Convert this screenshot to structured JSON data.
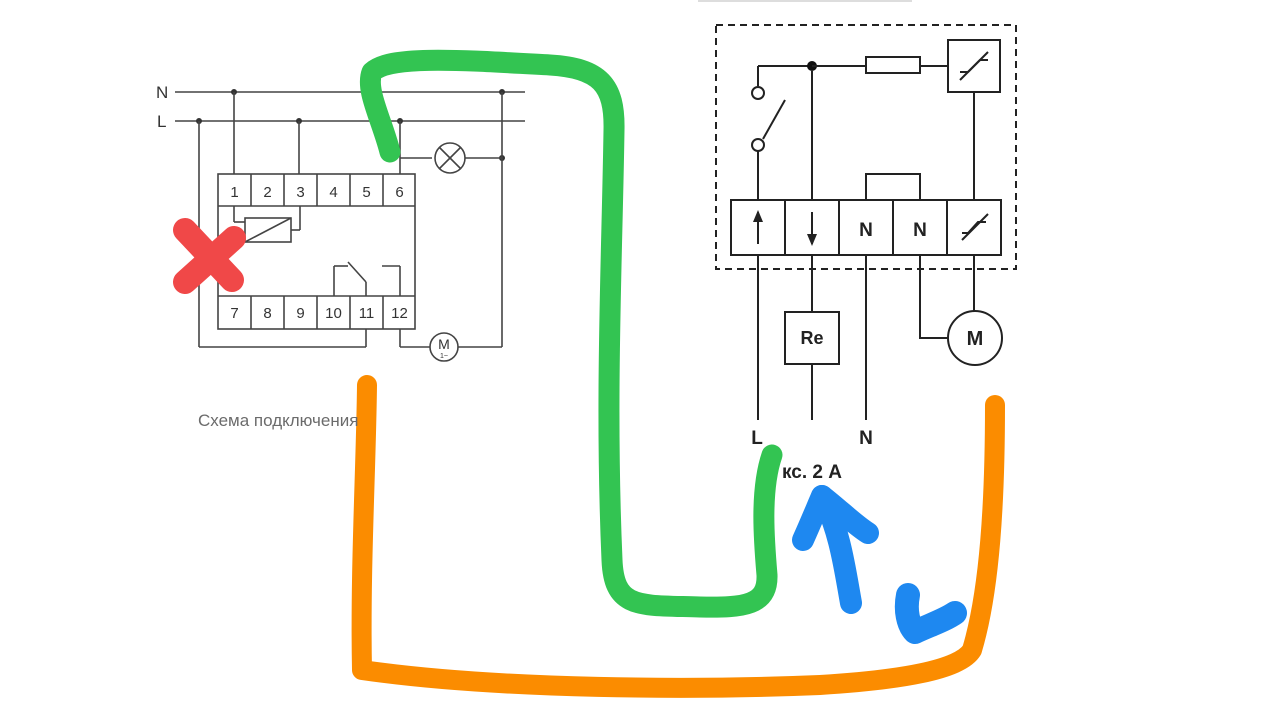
{
  "left_schematic": {
    "rail_labels": [
      "N",
      "L"
    ],
    "terminals_top": [
      "1",
      "2",
      "3",
      "4",
      "5",
      "6"
    ],
    "terminals_bottom": [
      "7",
      "8",
      "9",
      "10",
      "11",
      "12"
    ],
    "motor_label": "M",
    "motor_sub": "1~",
    "caption": "Схема подключения"
  },
  "right_schematic": {
    "terminal_labels": [
      "N",
      "N"
    ],
    "relay_label": "Re",
    "motor_label": "M",
    "bottom_labels": [
      "L",
      "N"
    ],
    "note": "кс. 2 А"
  },
  "annotations": {
    "cross_color": "#f04848",
    "green_wire_color": "#33c452",
    "orange_wire_color": "#fb8c00",
    "blue_arrows_color": "#1e88f0"
  }
}
